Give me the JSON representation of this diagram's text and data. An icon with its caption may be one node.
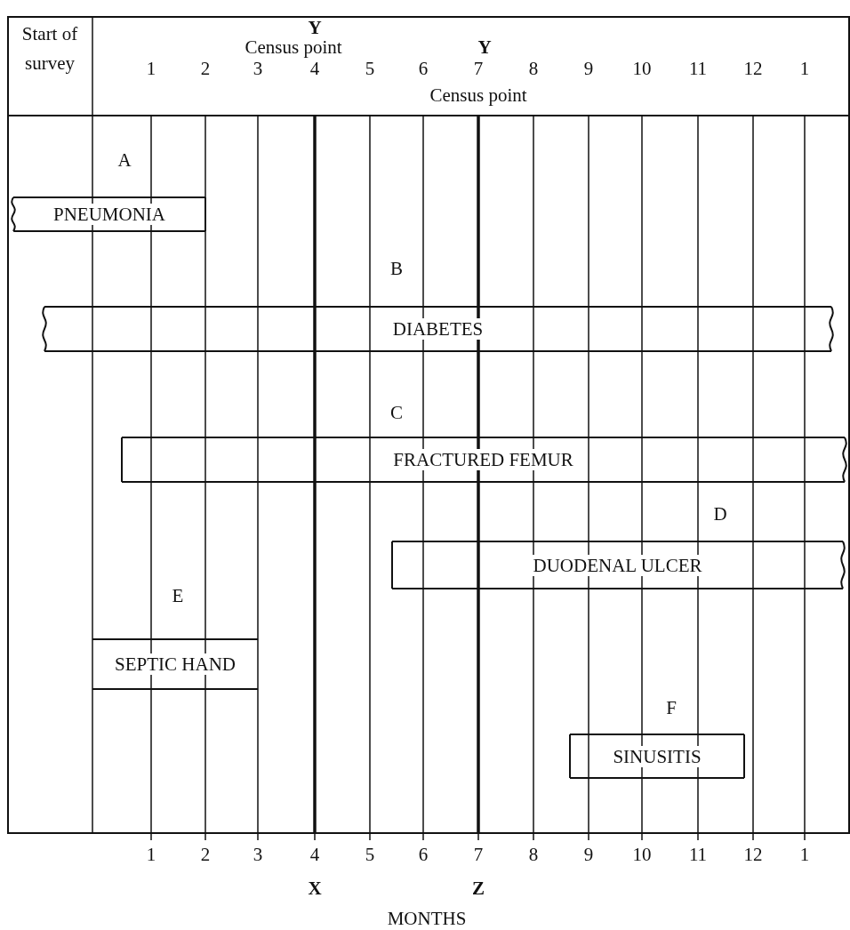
{
  "diagram": {
    "nodes": [
      {
        "text": [
          "PNEUMONIA"
        ],
        "beside": [
          "A"
        ]
      },
      {
        "text": [
          "DIABETES"
        ],
        "beside": [
          "B"
        ]
      },
      {
        "text": [
          "FRACTURED FEMUR"
        ],
        "beside": [
          "C"
        ]
      },
      {
        "text": [
          "DUODENAL ULCER"
        ],
        "beside": [
          "D"
        ]
      },
      {
        "text": [
          "SEPTIC HAND"
        ],
        "beside": [
          "E"
        ]
      },
      {
        "text": [
          "SINUSITIS"
        ],
        "beside": [
          "F"
        ]
      }
    ],
    "labels": [
      "Start of survey",
      "Y",
      "Census point",
      "Y",
      "1",
      "2",
      "3",
      "4",
      "5",
      "6",
      "7",
      "8",
      "9",
      "10",
      "11",
      "12",
      "1",
      "Census point",
      "1",
      "2",
      "3",
      "4",
      "5",
      "6",
      "7",
      "8",
      "9",
      "10",
      "11",
      "12",
      "1",
      "X",
      "Z",
      "MONTHS"
    ]
  }
}
